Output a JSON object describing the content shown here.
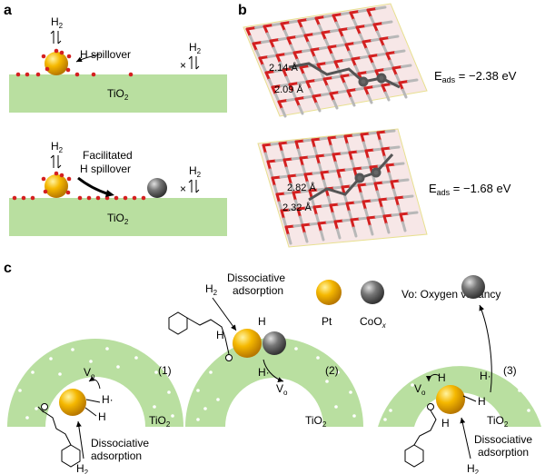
{
  "panels": {
    "a": {
      "label": "a",
      "top": {
        "h2": "H",
        "h2_sub": "2",
        "spillover": "H spillover",
        "x_mark": "×",
        "h2_right": "H",
        "h2_right_sub": "2",
        "support": "TiO",
        "support_sub": "2"
      },
      "bottom": {
        "h2": "H",
        "h2_sub": "2",
        "spillover_line1": "Facilitated",
        "spillover_line2": "H spillover",
        "x_mark": "×",
        "h2_right": "H",
        "h2_right_sub": "2",
        "support": "TiO",
        "support_sub": "2"
      }
    },
    "b": {
      "label": "b",
      "top": {
        "dist1": "2.14 Å",
        "dist2": "2.09 Å",
        "eads_label": "E",
        "eads_sub": "ads",
        "eads_value": " = −2.38 eV"
      },
      "bottom": {
        "dist1": "2.82 Å",
        "dist2": "2.32 Å",
        "eads_label": "E",
        "eads_sub": "ads",
        "eads_value": " = −1.68 eV"
      }
    },
    "c": {
      "label": "c",
      "legend": {
        "pt": "Pt",
        "coox": "CoO",
        "coox_sub": "x",
        "vo_note": "Vo: Oxygen vacancy"
      },
      "step1": {
        "num": "(1)",
        "vo": "V",
        "vo_sub": "o",
        "h_dot": "H·",
        "h": "H",
        "support": "TiO",
        "support_sub": "2",
        "ads_line1": "Dissociative",
        "ads_line2": "adsorption",
        "h2": "H",
        "h2_sub": "2"
      },
      "step2": {
        "num": "(2)",
        "h2": "H",
        "h2_sub": "2",
        "ads_line1": "Dissociative",
        "ads_line2": "adsorption",
        "h_left": "H",
        "h_right": "H",
        "h_dot": "H·",
        "vo": "V",
        "vo_sub": "o",
        "support": "TiO",
        "support_sub": "2"
      },
      "step3": {
        "num": "(3)",
        "vo": "V",
        "vo_sub": "o",
        "h_top": "H",
        "h_dot": "H·",
        "h_right": "H",
        "h_bottom": "H",
        "support": "TiO",
        "support_sub": "2",
        "ads_line1": "Dissociative",
        "ads_line2": "adsorption",
        "h2": "H",
        "h2_sub": "2"
      }
    }
  },
  "colors": {
    "support_green": "#b9dfa0",
    "pt_gold": "#f0b400",
    "coox_gray": "#555555",
    "oxygen_red": "#d42020",
    "titanium_gray": "#b8b8b8"
  }
}
